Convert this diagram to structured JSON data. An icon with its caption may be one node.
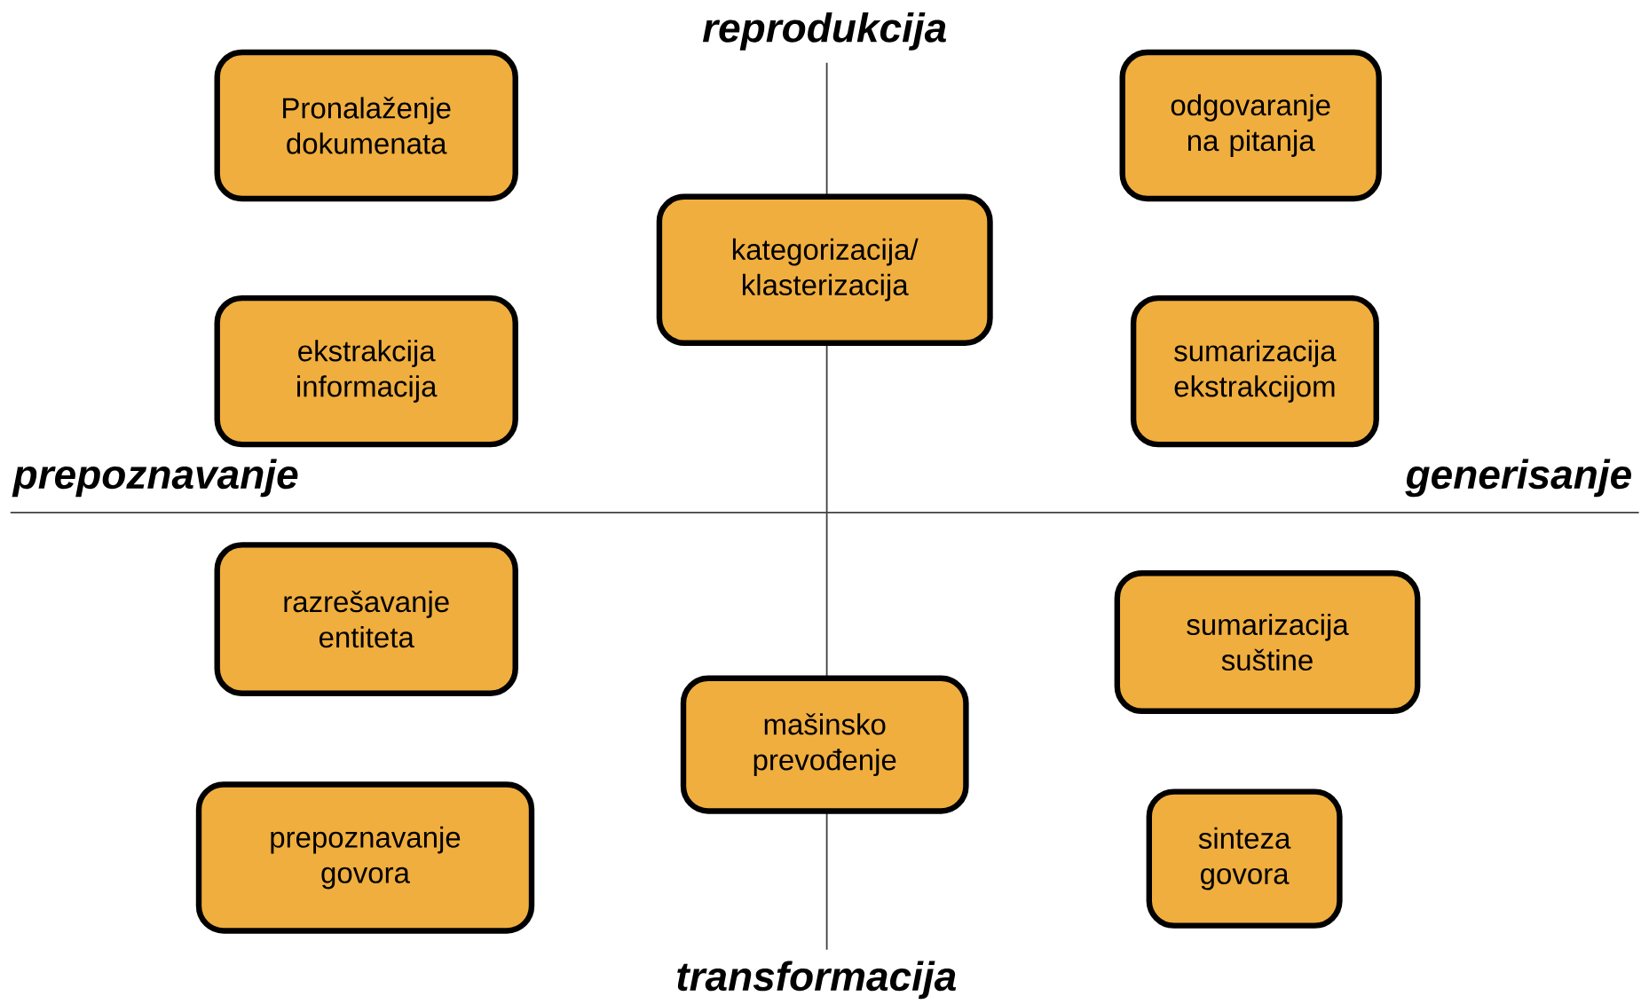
{
  "diagram": {
    "nodes": [
      {
        "text": [
          "Pronalaženje dokumenata"
        ]
      },
      {
        "text": [
          "odgovaranje na pitanja"
        ]
      },
      {
        "text": [
          "kategorizacija/ klasterizacija"
        ]
      },
      {
        "text": [
          "ekstrakcija informacija"
        ]
      },
      {
        "text": [
          "sumarizacija ekstrakcijom"
        ]
      },
      {
        "text": [
          "razrešavanje entiteta"
        ]
      },
      {
        "text": [
          "sumarizacija suštine"
        ]
      },
      {
        "text": [
          "mašinsko prevođenje"
        ]
      },
      {
        "text": [
          "prepoznavanje govora"
        ]
      },
      {
        "text": [
          "sinteza govora"
        ]
      }
    ],
    "labels": [
      "reprodukcija",
      "prepoznavanje",
      "generisanje",
      "transformacija"
    ]
  }
}
